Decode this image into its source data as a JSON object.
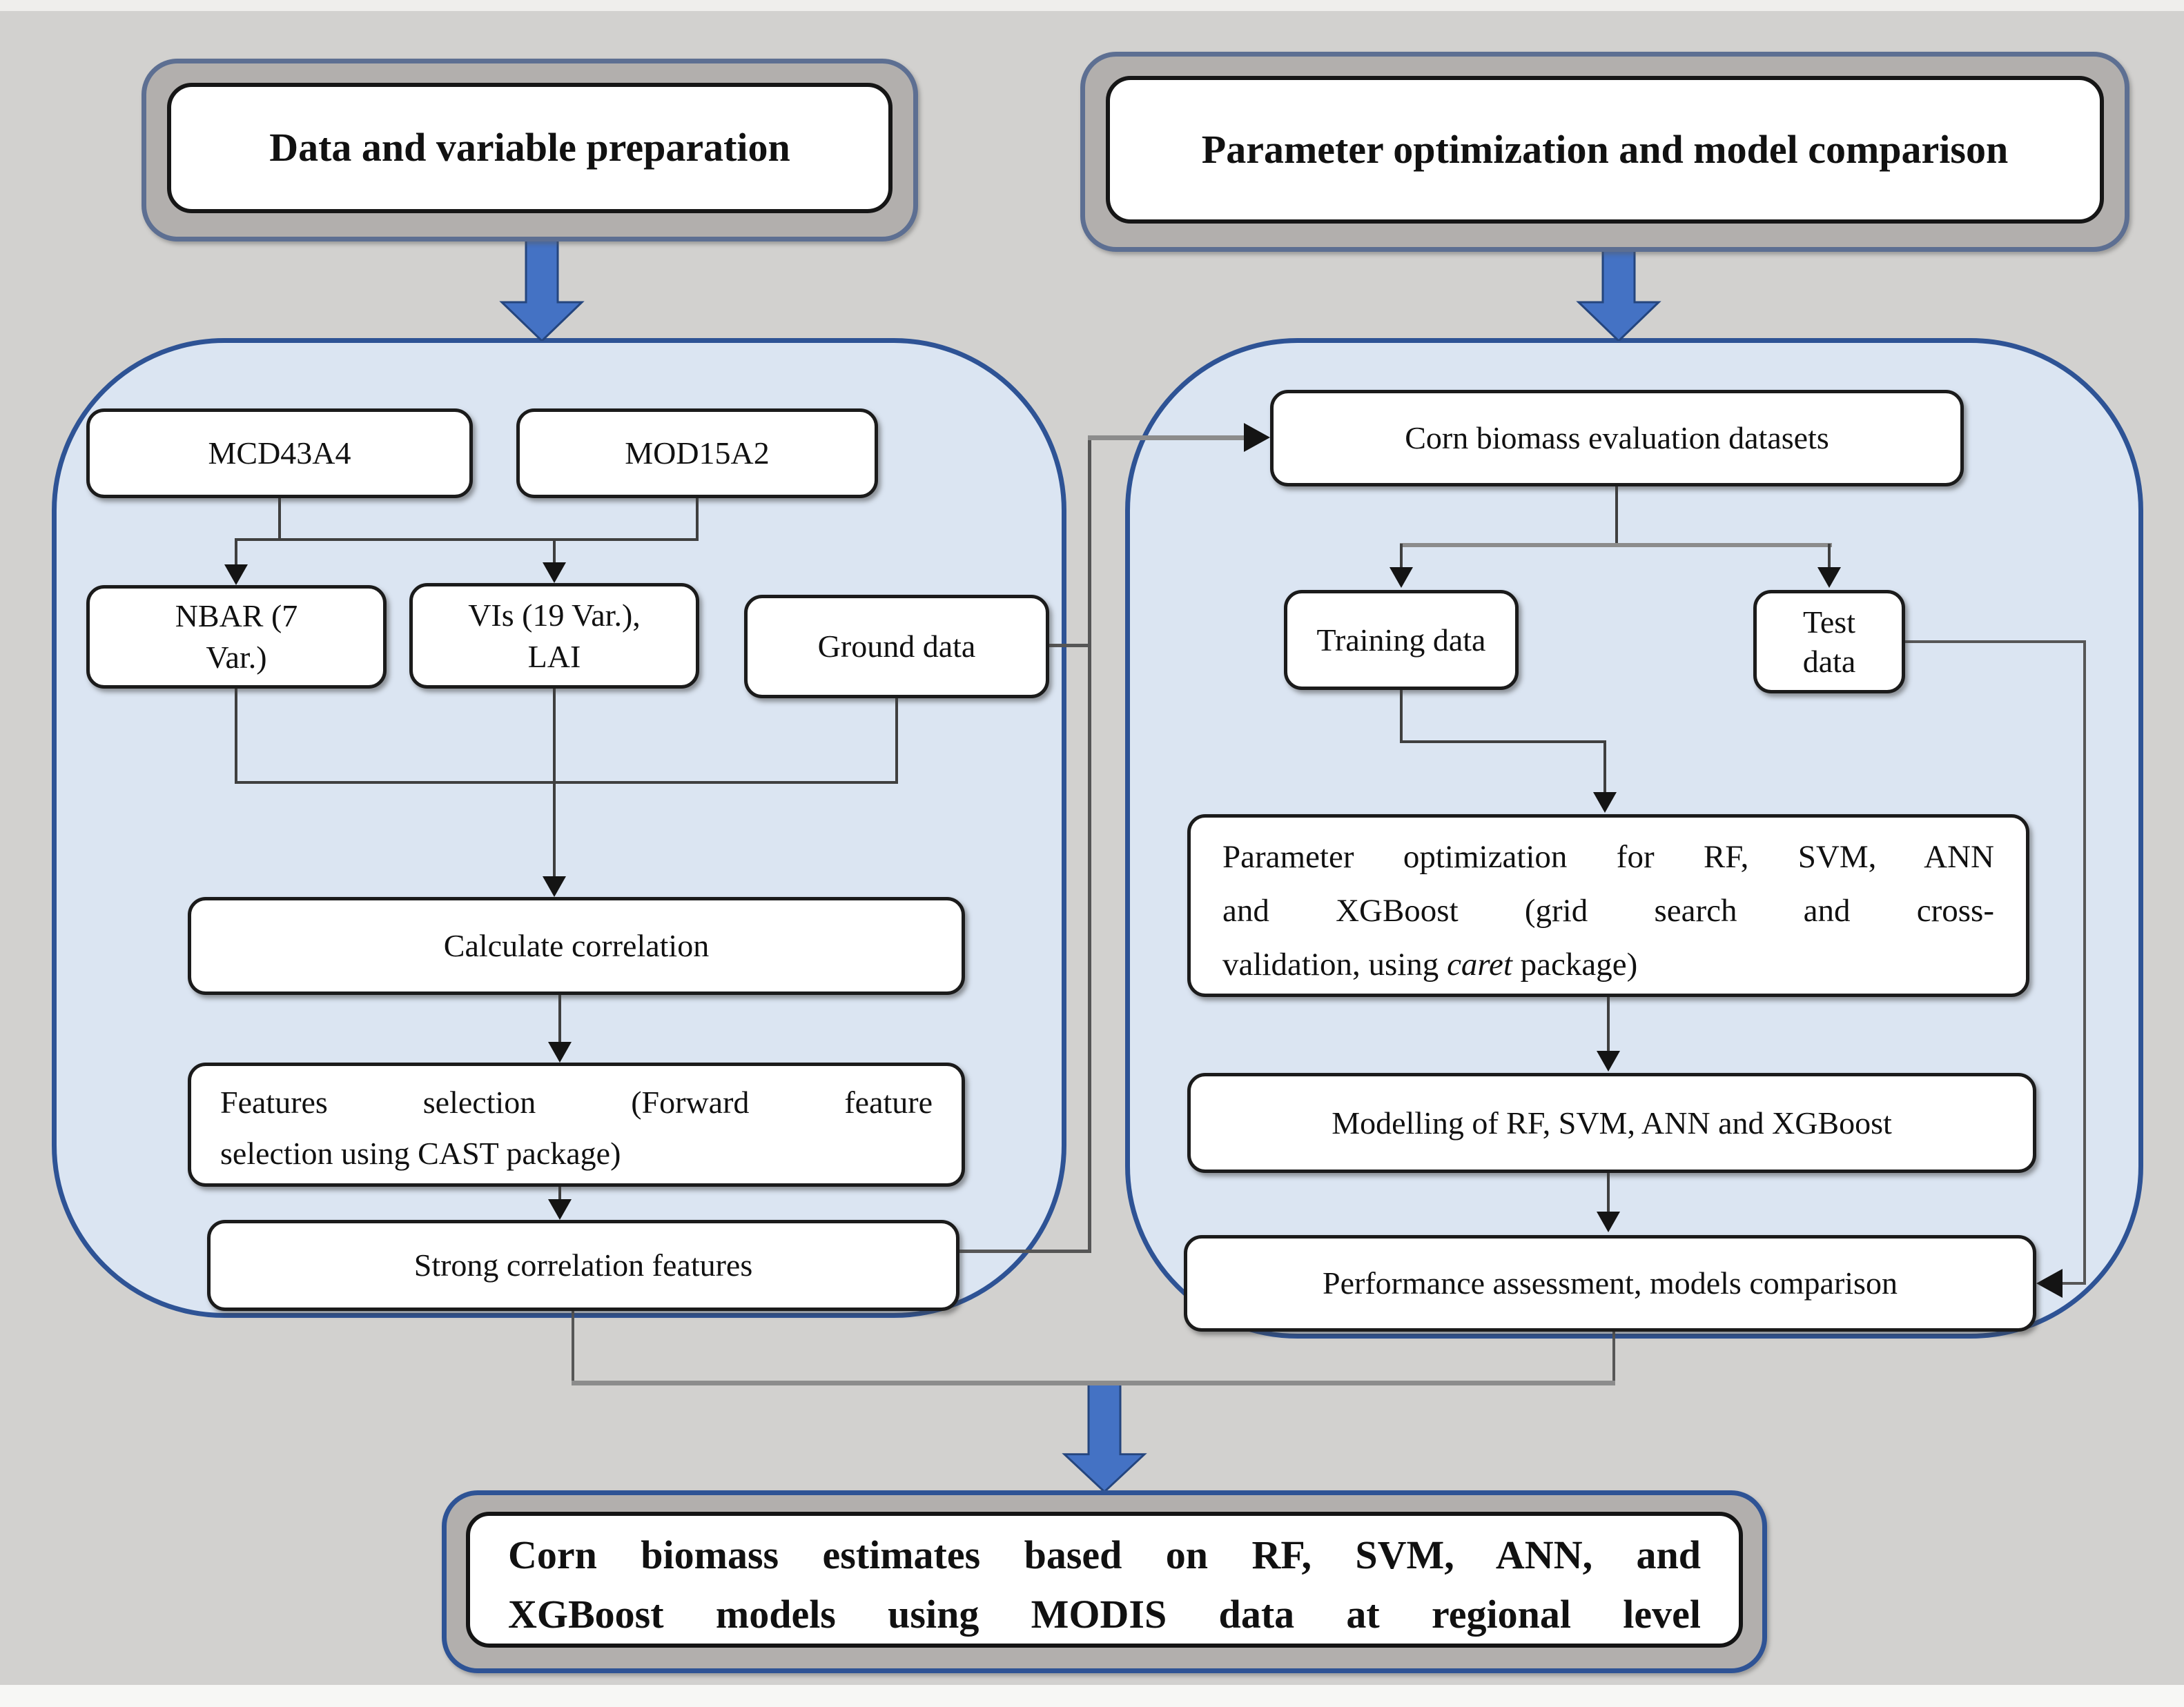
{
  "colors": {
    "background": "#d2d1cf",
    "panel_fill": "#dbe5f2",
    "panel_border": "#2e5395",
    "header_fill": "#b2afad",
    "fat_arrow": "#4472c4",
    "box_fill": "#ffffff",
    "connector_dark": "#3f3f3f",
    "connector_gray": "#8c8c8c"
  },
  "headers": {
    "left": "Data and variable preparation",
    "right": "Parameter optimization and model comparison"
  },
  "left_panel": {
    "mcd43a4": "MCD43A4",
    "mod15a2": "MOD15A2",
    "nbar_lines": [
      "NBAR (7",
      "Var.)"
    ],
    "vis_lines": [
      "VIs (19 Var.),",
      "LAI"
    ],
    "ground_data": "Ground data",
    "calculate_correlation": "Calculate correlation",
    "features_selection_lines": [
      "Features selection (Forward feature",
      "selection using CAST package)"
    ],
    "strong_correlation": "Strong correlation features"
  },
  "right_panel": {
    "evaluation_datasets": "Corn biomass evaluation datasets",
    "training_data": "Training data",
    "test_data_lines": [
      "Test",
      "data"
    ],
    "parameter_optimization": {
      "line1": "Parameter optimization for RF, SVM, ANN",
      "line2": "and XGBoost (grid search and cross-",
      "line3_before": "validation, using ",
      "line3_italic": "caret",
      "line3_after": " package)"
    },
    "modelling": "Modelling of RF, SVM, ANN and XGBoost",
    "performance": "Performance assessment, models comparison"
  },
  "output_box": {
    "line1": "Corn biomass estimates based on RF, SVM, ANN, and",
    "line2": "XGBoost models using MODIS data at regional level"
  }
}
